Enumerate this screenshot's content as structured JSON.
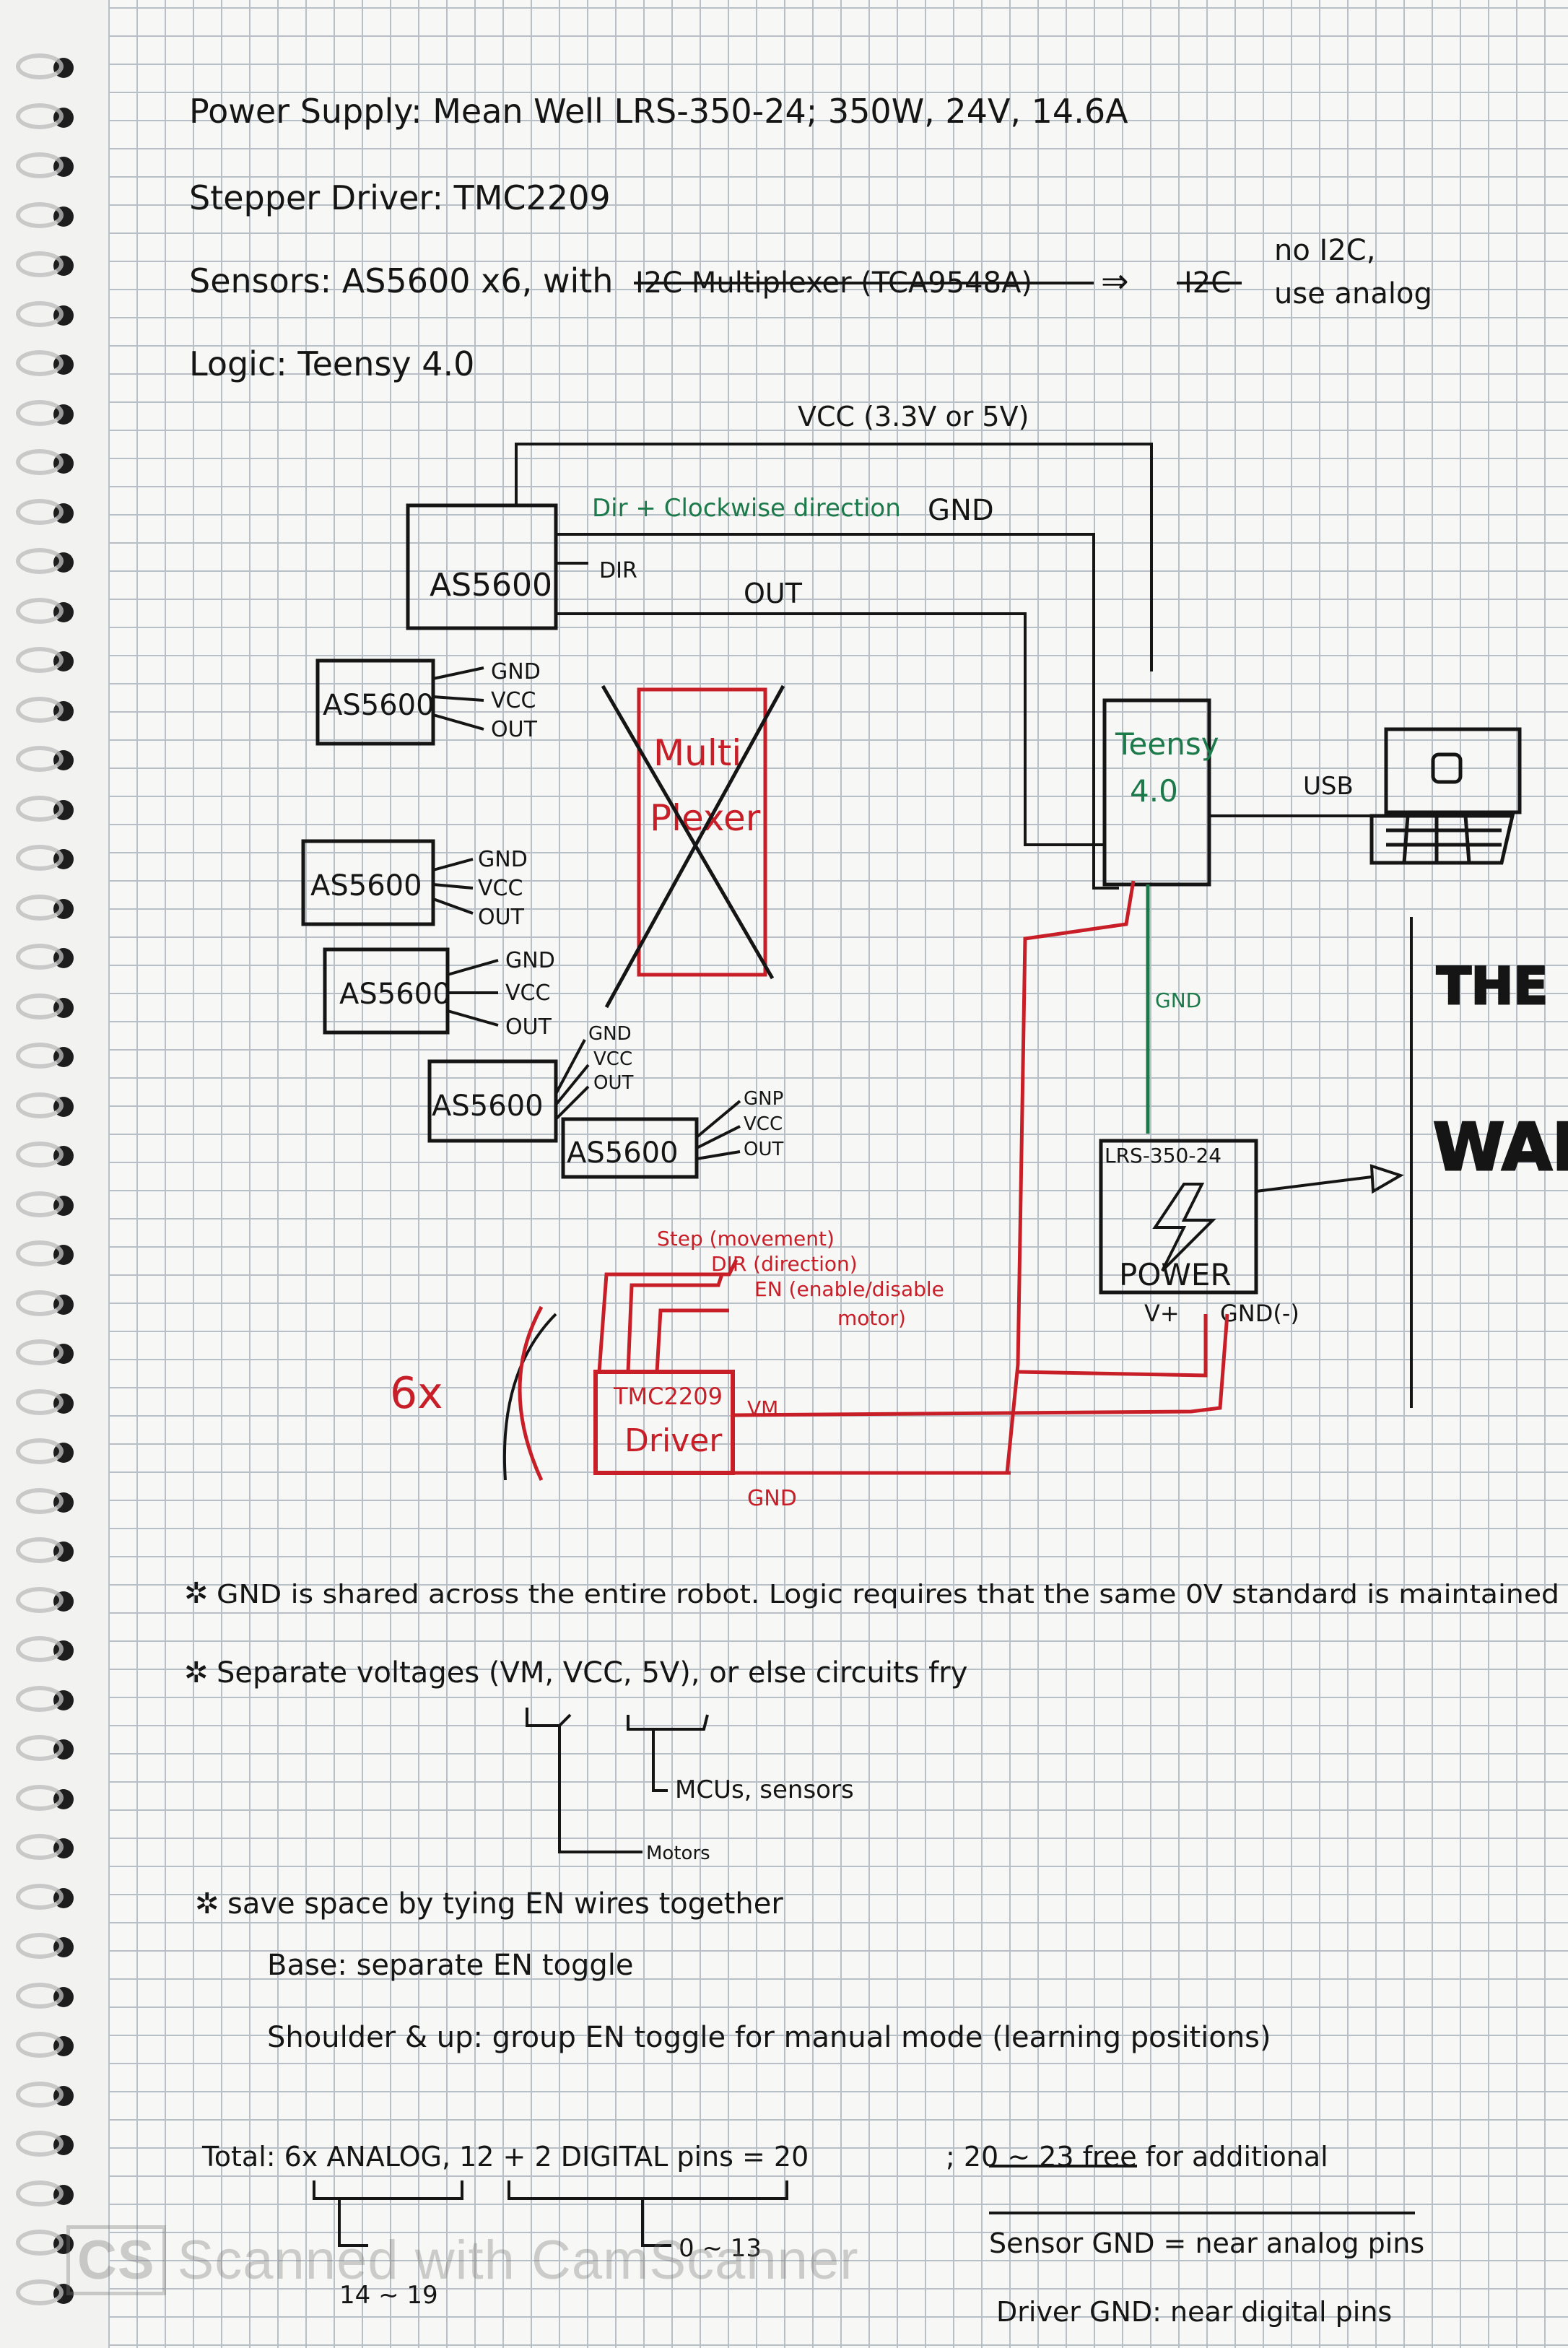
{
  "header": {
    "power_supply": "Power Supply: Mean Well LRS-350-24; 350W, 24V, 14.6A",
    "stepper_driver": "Stepper Driver: TMC2209",
    "sensors_prefix": "Sensors: AS5600 x6, with",
    "sensors_struck": "I2C Multiplexer (TCA9548A)",
    "sensors_arrow": "⇒",
    "sensors_struck2": "I2C",
    "sensors_note1": "no I2C,",
    "sensors_note2": "use analog",
    "logic": "Logic: Teensy 4.0"
  },
  "diagram": {
    "vcc_label": "VCC (3.3V or 5V)",
    "dir_note": "Dir + Clockwise direction",
    "gnd_top": "GND",
    "dir_label": "DIR",
    "out_label": "OUT",
    "sensor_top": "AS5600",
    "sensors": [
      {
        "label": "AS5600",
        "pins": [
          "GND",
          "VCC",
          "OUT"
        ]
      },
      {
        "label": "AS5600",
        "pins": [
          "GND",
          "VCC",
          "OUT"
        ]
      },
      {
        "label": "AS5600",
        "pins": [
          "GND",
          "VCC",
          "OUT"
        ]
      },
      {
        "label": "AS5600",
        "pins": [
          "GND",
          "VCC",
          "OUT"
        ]
      },
      {
        "label": "AS5600",
        "pins": [
          "GNP",
          "VCC",
          "OUT"
        ]
      }
    ],
    "multiplexer_line1": "Multi",
    "multiplexer_line2": "Plexer",
    "teensy_line1": "Teensy",
    "teensy_line2": "4.0",
    "usb": "USB",
    "gnd_mid": "GND",
    "power_model": "LRS-350-24",
    "power_label": "POWER",
    "power_vplus": "V+",
    "power_gnd": "GND(-)",
    "wall_line1": "THE",
    "wall_line2": "WALL",
    "step_label": "Step (movement)",
    "dir_signal": "DIR (direction)",
    "en_label": "EN (enable/disable",
    "en_label2": "motor)",
    "driver_line1": "TMC2209",
    "driver_line2": "Driver",
    "vm_label": "VM",
    "gnd_driver": "GND",
    "multiplier": "6x"
  },
  "notes": {
    "note1": "GND is shared across the entire robot. Logic requires that the same 0V standard is maintained",
    "note2": "Separate voltages (VM, VCC, 5V), or else circuits fry",
    "note2_branch1": "MCUs, sensors",
    "note2_branch2": "Motors",
    "note3": "save space by tying EN wires together",
    "note3_sub1": "Base: separate EN toggle",
    "note3_sub2": "Shoulder & up: group EN toggle for manual mode (learning positions)"
  },
  "total": {
    "line": "Total: 6x ANALOG, 12 + 2 DIGITAL pins = 20",
    "free": "; 20 ~ 23 free for additional",
    "analog_range": "14 ~ 19",
    "digital_range": "0 ~ 13",
    "sensor_gnd": "Sensor GND = near analog pins",
    "driver_gnd": "Driver GND: near digital pins"
  },
  "watermark": {
    "logo": "CS",
    "text": "Scanned with CamScanner"
  },
  "colors": {
    "ink": "#151515",
    "red": "#c81e28",
    "green": "#1c7a4a",
    "grid": "#b9bfc6"
  }
}
